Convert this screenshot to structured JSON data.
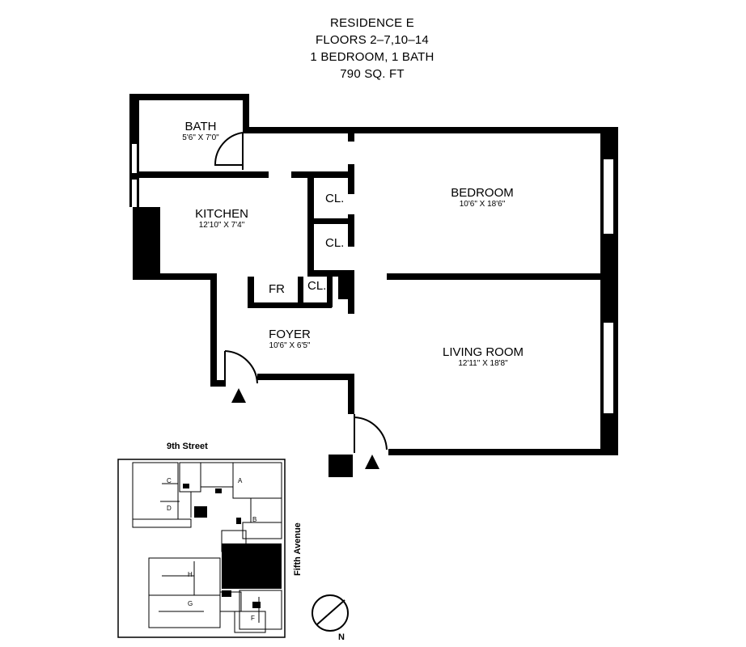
{
  "header": {
    "residence": "RESIDENCE E",
    "floors": "FLOORS 2–7,10–14",
    "layout": "1 BEDROOM, 1 BATH",
    "area": "790 SQ. FT"
  },
  "rooms": {
    "bath": {
      "name": "BATH",
      "dims": "5'6\" X 7'0\""
    },
    "kitchen": {
      "name": "KITCHEN",
      "dims": "12'10\" X 7'4\""
    },
    "bedroom": {
      "name": "BEDROOM",
      "dims": "10'6\" X 18'6\""
    },
    "living_room": {
      "name": "LIVING ROOM",
      "dims": "12'11\" X 18'8\""
    },
    "foyer": {
      "name": "FOYER",
      "dims": "10'6\" X 6'5\""
    },
    "closet_1": "CL.",
    "closet_2": "CL.",
    "closet_3": "CL.",
    "fridge": "FR"
  },
  "keyplan": {
    "street": "9th Street",
    "avenue": "Fifth Avenue",
    "north": "N",
    "unit_letters": [
      "C",
      "D",
      "A",
      "B",
      "H",
      "G",
      "F"
    ]
  },
  "icons": [
    "entry-arrow-icon",
    "north-compass-icon"
  ],
  "colors": {
    "ink": "#000000",
    "paper": "#ffffff",
    "glass": "#ffffff"
  }
}
